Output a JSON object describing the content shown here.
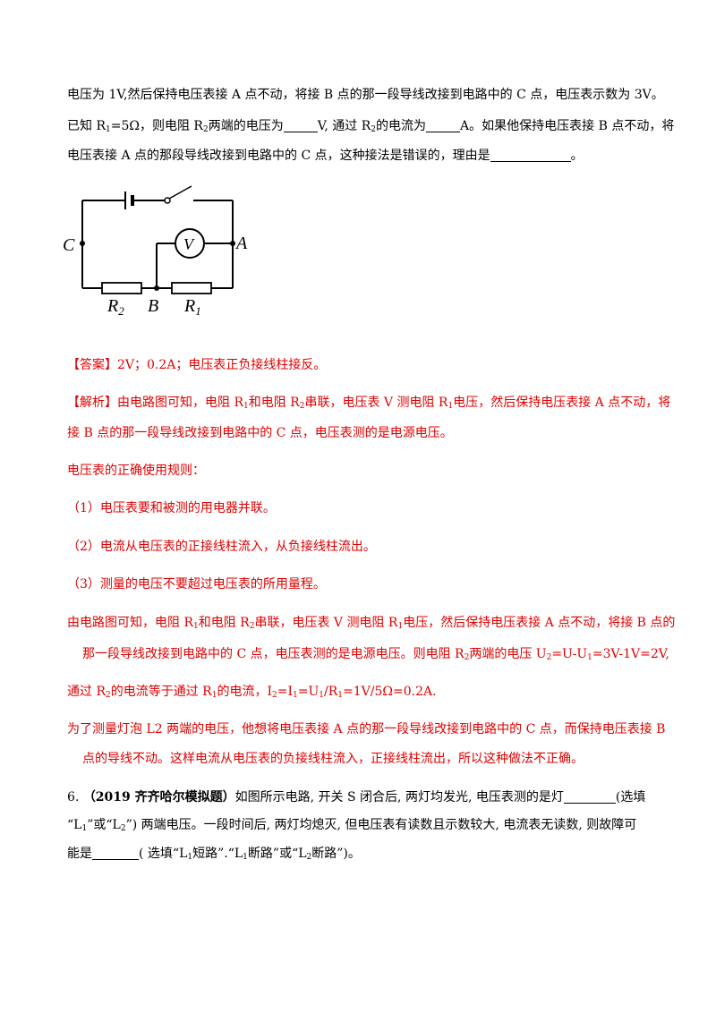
{
  "problem5": {
    "line1": "电压为 1V,然后保持电压表接 A 点不动，将接 B 点的那一段导线改接到电路中的 C 点，电压表示数为 3V。",
    "line2_a": "已知 R",
    "line2_sub1": "1",
    "line2_b": "=5Ω，则电阻 R",
    "line2_sub2": "2",
    "line2_c": "两端的电压为",
    "line2_d": "V,   通过 R",
    "line2_sub3": "2",
    "line2_e": "的电流为",
    "line2_f": "A。如果他保持电压表接 B 点不动，将",
    "line3_a": "电压表接 A 点的那段导线改接到电路中的 C 点，这种接法是错误的，理由是",
    "line3_b": "。"
  },
  "circuit": {
    "label_c": "C",
    "label_a": "A",
    "label_b": "B",
    "label_v": "V",
    "label_r": "R",
    "label_r2_sub": "2",
    "label_r1_sub": "1"
  },
  "answer": {
    "tag": "【答案】",
    "text": "2V；0.2A；电压表正负接线柱接反。"
  },
  "analysis": {
    "tag": "【解析】",
    "l1_a": "由电路图可知，电阻 R",
    "l1_s1": "1",
    "l1_b": "和电阻 R",
    "l1_s2": "2",
    "l1_c": "串联，电压表 V 测电阻 R",
    "l1_s3": "1",
    "l1_d": "电压，然后保持电压表接 A 点不动，将",
    "l2": "接 B 点的那一段导线改接到电路中的 C 点，电压表测的是电源电压。",
    "rules_title": "电压表的正确使用规则：",
    "rule1": "（1）电压表要和被测的用电器并联。",
    "rule2": "（2）电流从电压表的正接线柱流入，从负接线柱流出。",
    "rule3": "（3）测量的电压不要超过电压表的所用量程。",
    "p2l1_a": "由电路图可知，电阻 R",
    "p2l1_s1": "1",
    "p2l1_b": "和电阻 R",
    "p2l1_s2": "2",
    "p2l1_c": "串联，电压表 V 测电阻 R",
    "p2l1_s3": "1",
    "p2l1_d": "电压，然后保持电压表接 A 点不动，将接 B 点的",
    "p2l2_a": "那一段导线改接到电路中的 C 点，电压表测的是电源电压。则电阻 R",
    "p2l2_s1": "2",
    "p2l2_b": "两端的电压 U",
    "p2l2_s2": "2",
    "p2l2_c": "=U-U",
    "p2l2_s3": "1",
    "p2l2_d": "=3V-1V=2V,",
    "p3_a": "通过 R",
    "p3_s1": "2",
    "p3_b": "的电流等于通过 R",
    "p3_s2": "1",
    "p3_c": "的电流，I",
    "p3_s3": "2",
    "p3_d": "=I",
    "p3_s4": "1",
    "p3_e": "=U",
    "p3_s5": "1",
    "p3_f": "/R",
    "p3_s6": "1",
    "p3_g": "=1V/5Ω=0.2A.",
    "p4l1": "为了测量灯泡 L2 两端的电压，他想将电压表接 A 点的那一段导线改接到电路中的 C 点，而保持电压表接 B",
    "p4l2": "点的导线不动。这样电流从电压表的负接线柱流入，正接线柱流出，所以这种做法不正确。"
  },
  "problem6": {
    "num": "6.",
    "source": "（2019 齐齐哈尔模拟题）",
    "l1_a": "如图所示电路, 开关 S 闭合后, 两灯均发光, 电压表测的是灯",
    "l1_b": "(选填",
    "l2_a": "“L",
    "l2_s1": "1",
    "l2_b": "”或“L",
    "l2_s2": "2",
    "l2_c": "”) 两端电压。一段时间后, 两灯均熄灭, 但电压表有读数且示数较大, 电流表无读数, 则故障可",
    "l3_a": "能是",
    "l3_b": "( 选填“L",
    "l3_s1": "1",
    "l3_c": "短路”.“L",
    "l3_s2": "1",
    "l3_d": "断路”或“L",
    "l3_s3": "2",
    "l3_e": "断路”)。"
  }
}
